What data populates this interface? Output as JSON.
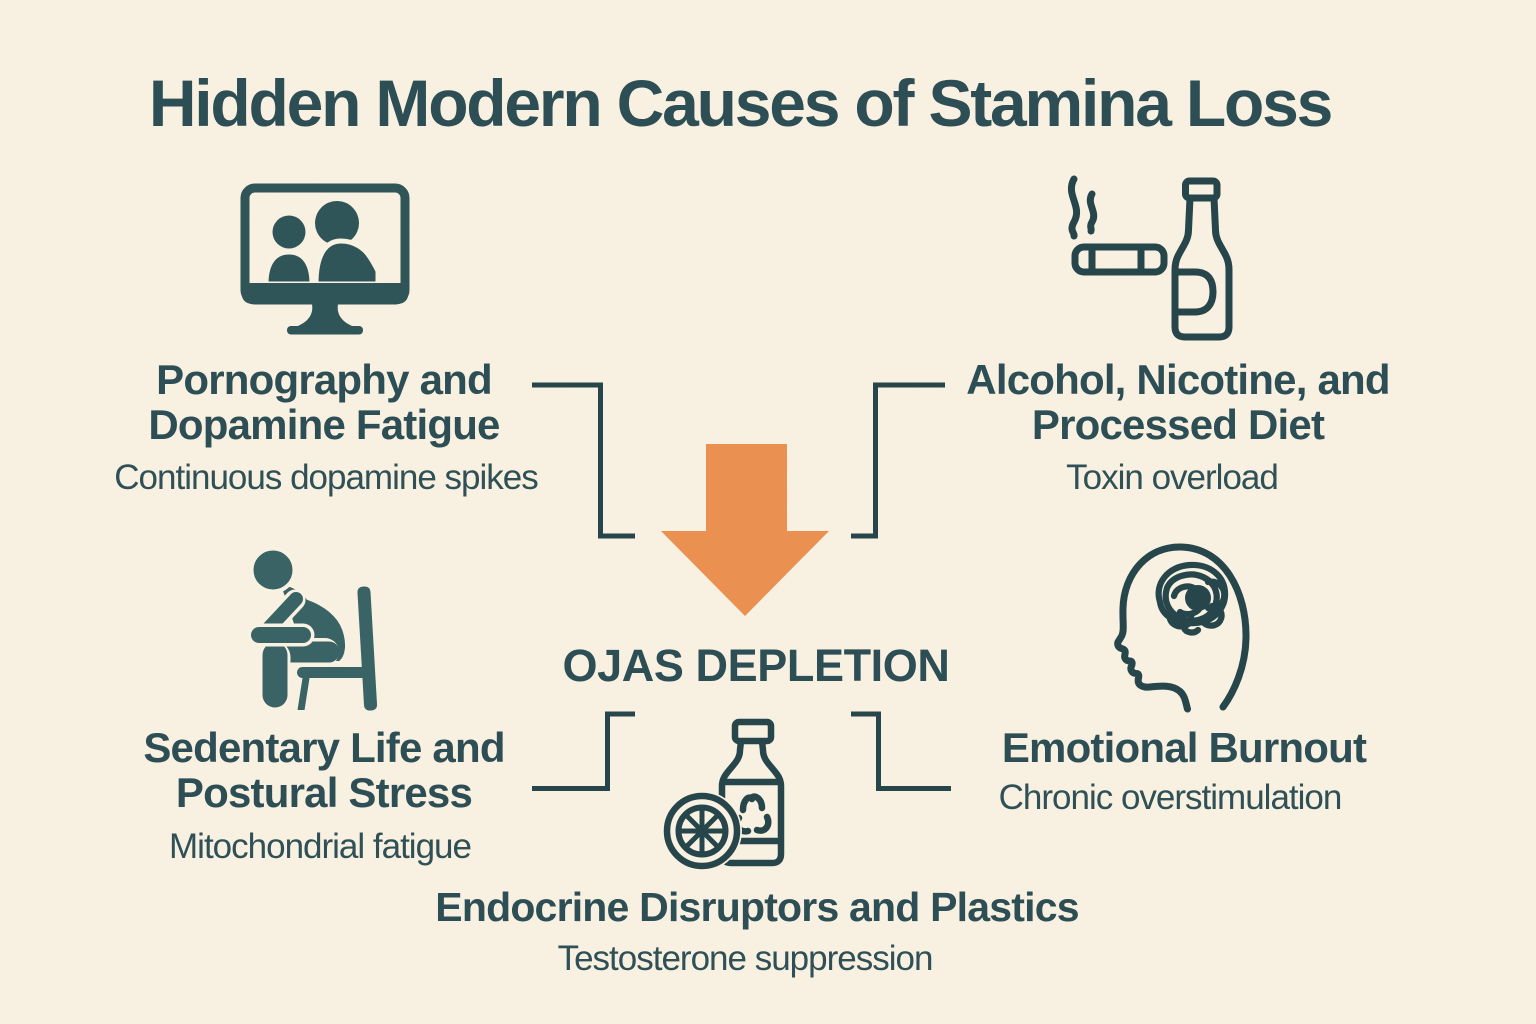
{
  "title": "Hidden Modern Causes of Stamina Loss",
  "center": {
    "label": "OJAS DEPLETION",
    "arrow_icon": "down-arrow-icon"
  },
  "causes": [
    {
      "id": "top-left",
      "icon": "monitor-couple-icon",
      "lines": [
        "Pornography and",
        "Dopamine Fatigue"
      ],
      "subtitle": "Continuous dopamine spikes"
    },
    {
      "id": "top-right",
      "icon": "cigarette-bottle-icon",
      "lines": [
        "Alcohol, Nicotine, and",
        "Processed Diet"
      ],
      "subtitle": "Toxin overload"
    },
    {
      "id": "bottom-left",
      "icon": "slouched-person-chair-icon",
      "lines": [
        "Sedentary Life and",
        "Postural Stress"
      ],
      "subtitle": "Mitochondrial fatigue"
    },
    {
      "id": "bottom-right",
      "icon": "head-tangled-brain-icon",
      "lines": [
        "Emotional Burnout"
      ],
      "subtitle": "Chronic overstimulation"
    },
    {
      "id": "bottom-center",
      "icon": "plastic-bottle-citrus-icon",
      "lines": [
        "Endocrine Disruptors and Plastics"
      ],
      "subtitle": "Testosterone suppression"
    }
  ],
  "colors": {
    "background": "#f9f1e1",
    "heading_teal": "#2c4e54",
    "icon_stroke_teal": "#27464c",
    "icon_fill_teal": "#3a6366",
    "arrow_orange": "#ea9050"
  }
}
